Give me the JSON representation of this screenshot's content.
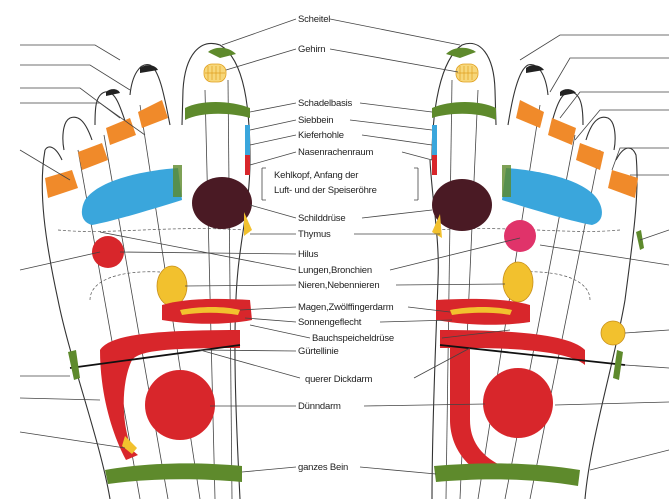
{
  "labels": {
    "scheitel": "Scheitel",
    "gehirn": "Gehirn",
    "schaedelbasis": "Schadelbasis",
    "siebbein": "Siebbein",
    "kieferhoehle": "Kieferhohle",
    "nasenrachenraum": "Nasenrachenraum",
    "kehlkopf_1": "Kehlkopf, Anfang der",
    "kehlkopf_2": "Luft- und der Speiseröhre",
    "schilddruese": "Schilddrüse",
    "thymus": "Thymus",
    "hilus": "Hilus",
    "lungen": "Lungen,Bronchien",
    "nieren": "Nieren,Nebennieren",
    "magen": "Magen,Zwölffingerdarm",
    "sonnengeflecht": "Sonnengeflecht",
    "bauchspeicheldruese": "Bauchspeicheldrüse",
    "guertellinie": "Gürtellinie",
    "querer_dickdarm": "querer Dickdarm",
    "duenndarm": "Dünndarm",
    "ganzes_bein": "ganzes Bein"
  },
  "colors": {
    "green": "#5e8a2c",
    "orange": "#f08a2a",
    "blue": "#3aa6dc",
    "dark_maroon": "#4a1a24",
    "red": "#d8262b",
    "yellow": "#f2c12e",
    "pink": "#e0336a",
    "light_yellow": "#f7d77a"
  }
}
